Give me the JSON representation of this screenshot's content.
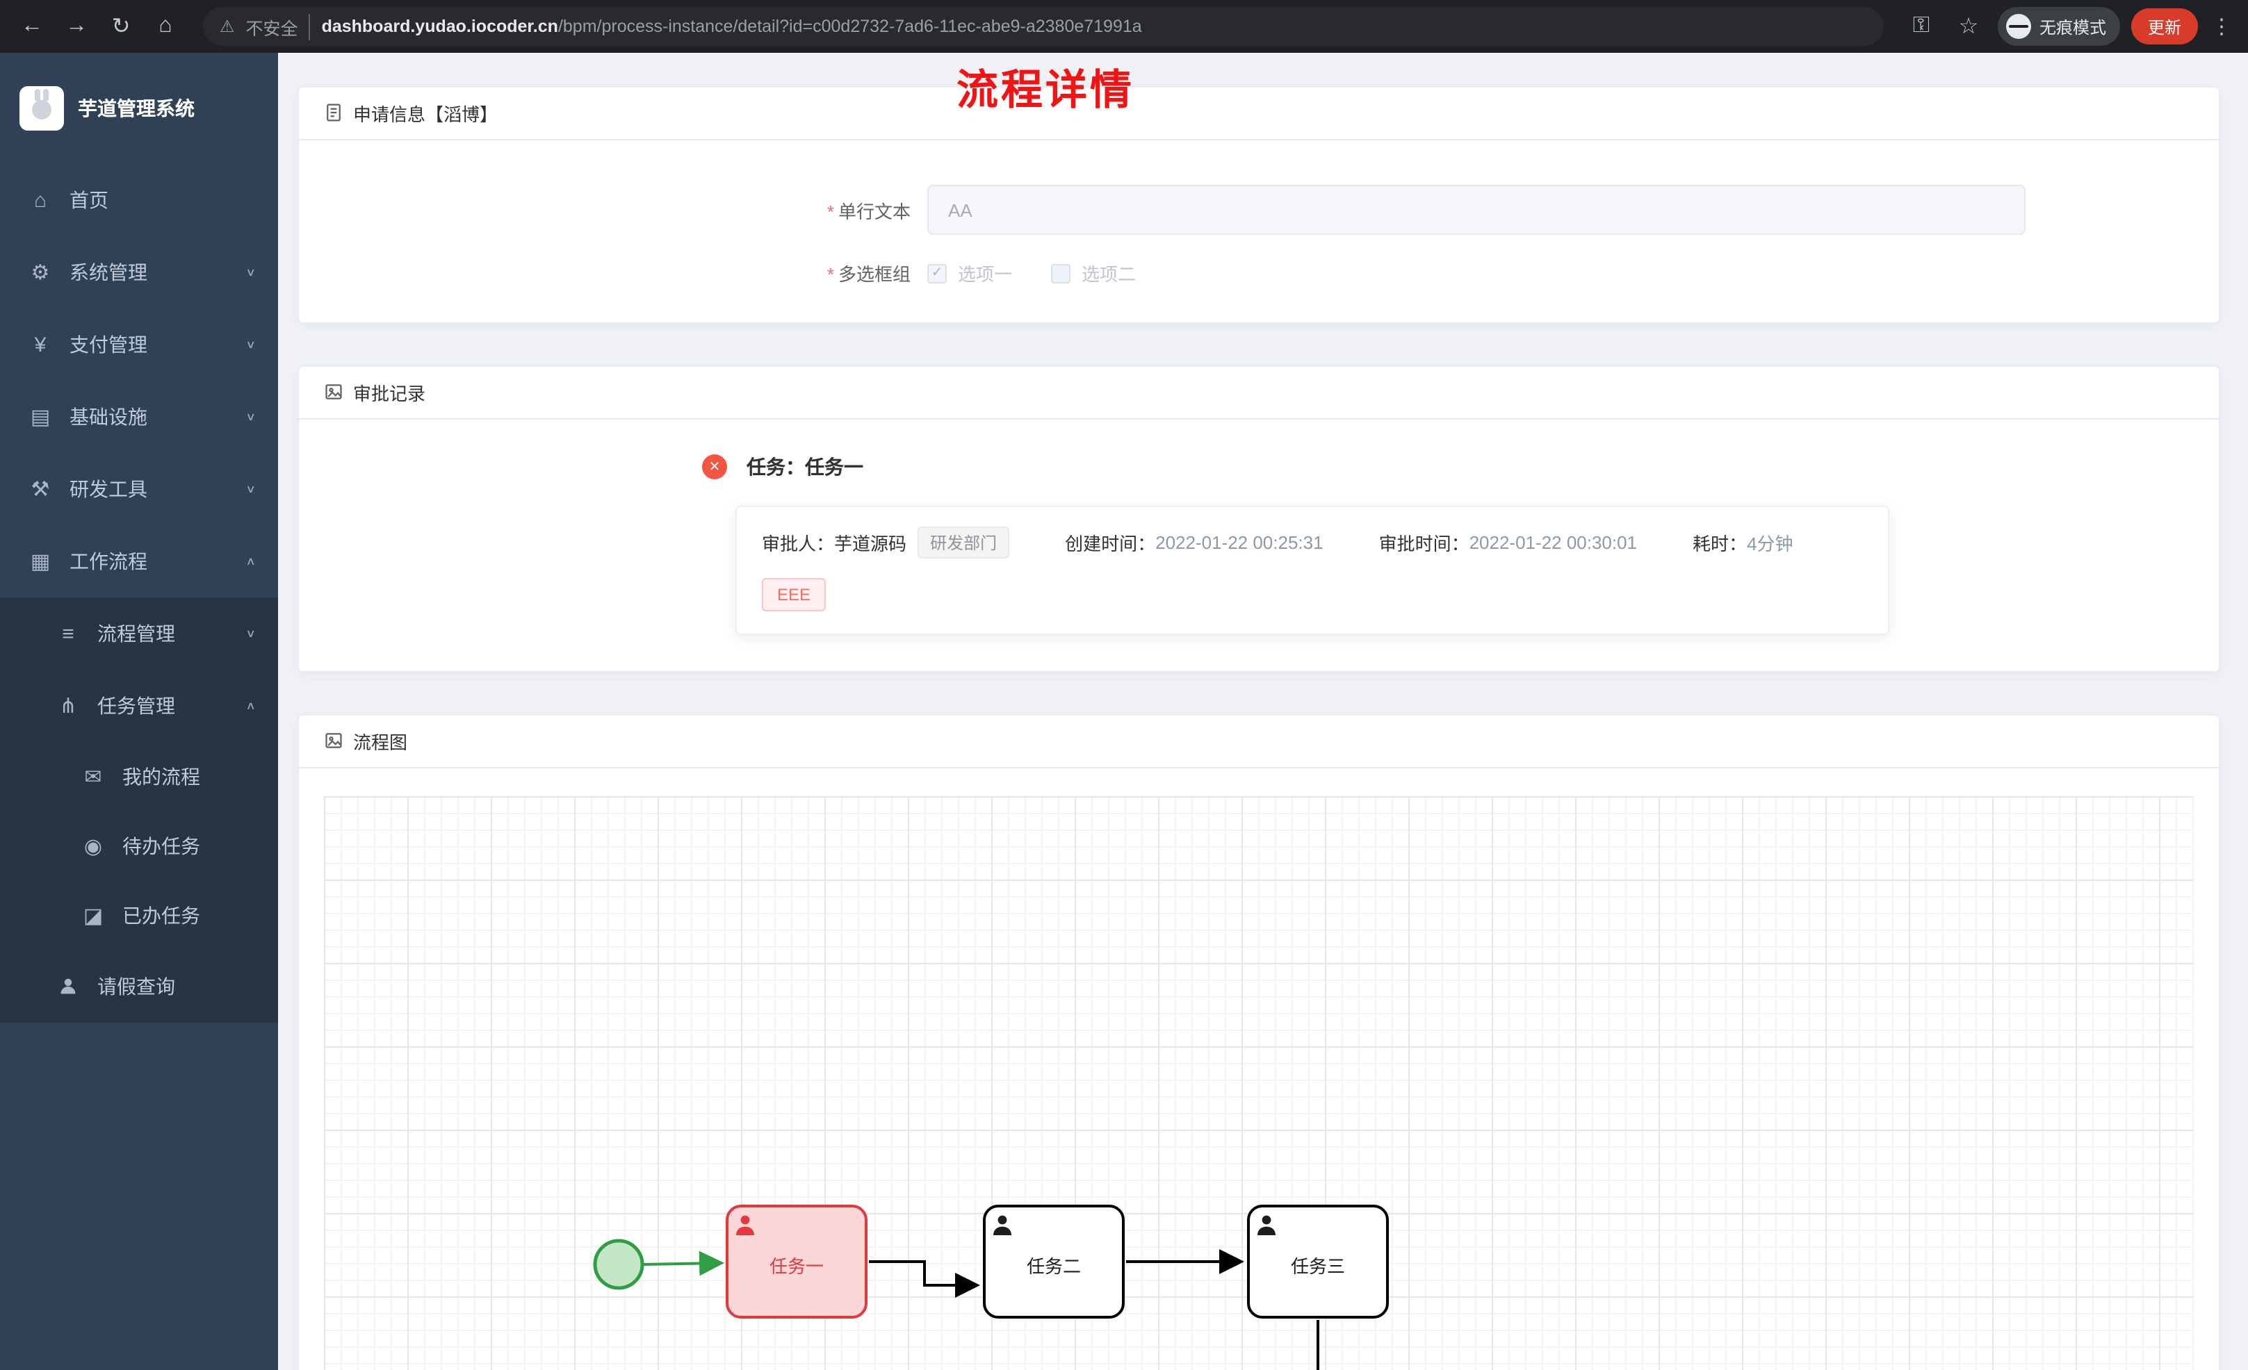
{
  "browser": {
    "security": "不安全",
    "url_domain": "dashboard.yudao.iocoder.cn",
    "url_path": "/bpm/process-instance/detail?id=c00d2732-7ad6-11ec-abe9-a2380e71991a",
    "incognito": "无痕模式",
    "update": "更新"
  },
  "icons": {
    "back": "←",
    "forward": "→",
    "reload": "↻",
    "warning": "⚠",
    "star": "☆",
    "kebab": "⋮",
    "key": "⚿",
    "home": "⌂",
    "gear": "⚙",
    "yen": "¥",
    "infra": "▤",
    "tools": "⚒",
    "workflow": "▦",
    "list": "≡",
    "tasks": "⋔",
    "message": "✉",
    "eye": "◉",
    "done": "◪",
    "chevron_down": "∨",
    "chevron_up": "∧",
    "check": "✓",
    "close": "✕"
  },
  "sidebar": {
    "app_title": "芋道管理系统",
    "items": [
      {
        "label": "首页"
      },
      {
        "label": "系统管理"
      },
      {
        "label": "支付管理"
      },
      {
        "label": "基础设施"
      },
      {
        "label": "研发工具"
      },
      {
        "label": "工作流程"
      },
      {
        "label": "流程管理"
      },
      {
        "label": "任务管理"
      },
      {
        "label": "我的流程"
      },
      {
        "label": "待办任务"
      },
      {
        "label": "已办任务"
      },
      {
        "label": "请假查询"
      }
    ]
  },
  "page": {
    "title": "流程详情",
    "required_mark": "*"
  },
  "apply_card": {
    "title": "申请信息【滔博】",
    "text_field": {
      "label": "单行文本",
      "value": "AA"
    },
    "checkbox_group": {
      "label": "多选框组",
      "options": [
        {
          "label": "选项一",
          "checked": true
        },
        {
          "label": "选项二",
          "checked": false
        }
      ]
    }
  },
  "approval_card": {
    "title": "审批记录",
    "task_title": "任务：任务一",
    "meta": {
      "approver_label": "审批人：",
      "approver": "芋道源码",
      "dept_tag": "研发部门",
      "created_label": "创建时间：",
      "created": "2022-01-22 00:25:31",
      "approved_label": "审批时间：",
      "approved": "2022-01-22 00:30:01",
      "duration_label": "耗时：",
      "duration": "4分钟"
    },
    "comment_tag": "EEE"
  },
  "diagram_card": {
    "title": "流程图",
    "nodes": [
      {
        "label": "任务一",
        "highlighted": true
      },
      {
        "label": "任务二",
        "highlighted": false
      },
      {
        "label": "任务三",
        "highlighted": false
      }
    ]
  },
  "colors": {
    "accent_red": "#f01414",
    "task_reject_red": "#e4393c",
    "success_green": "#2f9e44",
    "sidebar_bg": "#304156",
    "submenu_bg": "#263445",
    "chrome_bg": "#202124",
    "content_bg": "#f0f2f5"
  }
}
